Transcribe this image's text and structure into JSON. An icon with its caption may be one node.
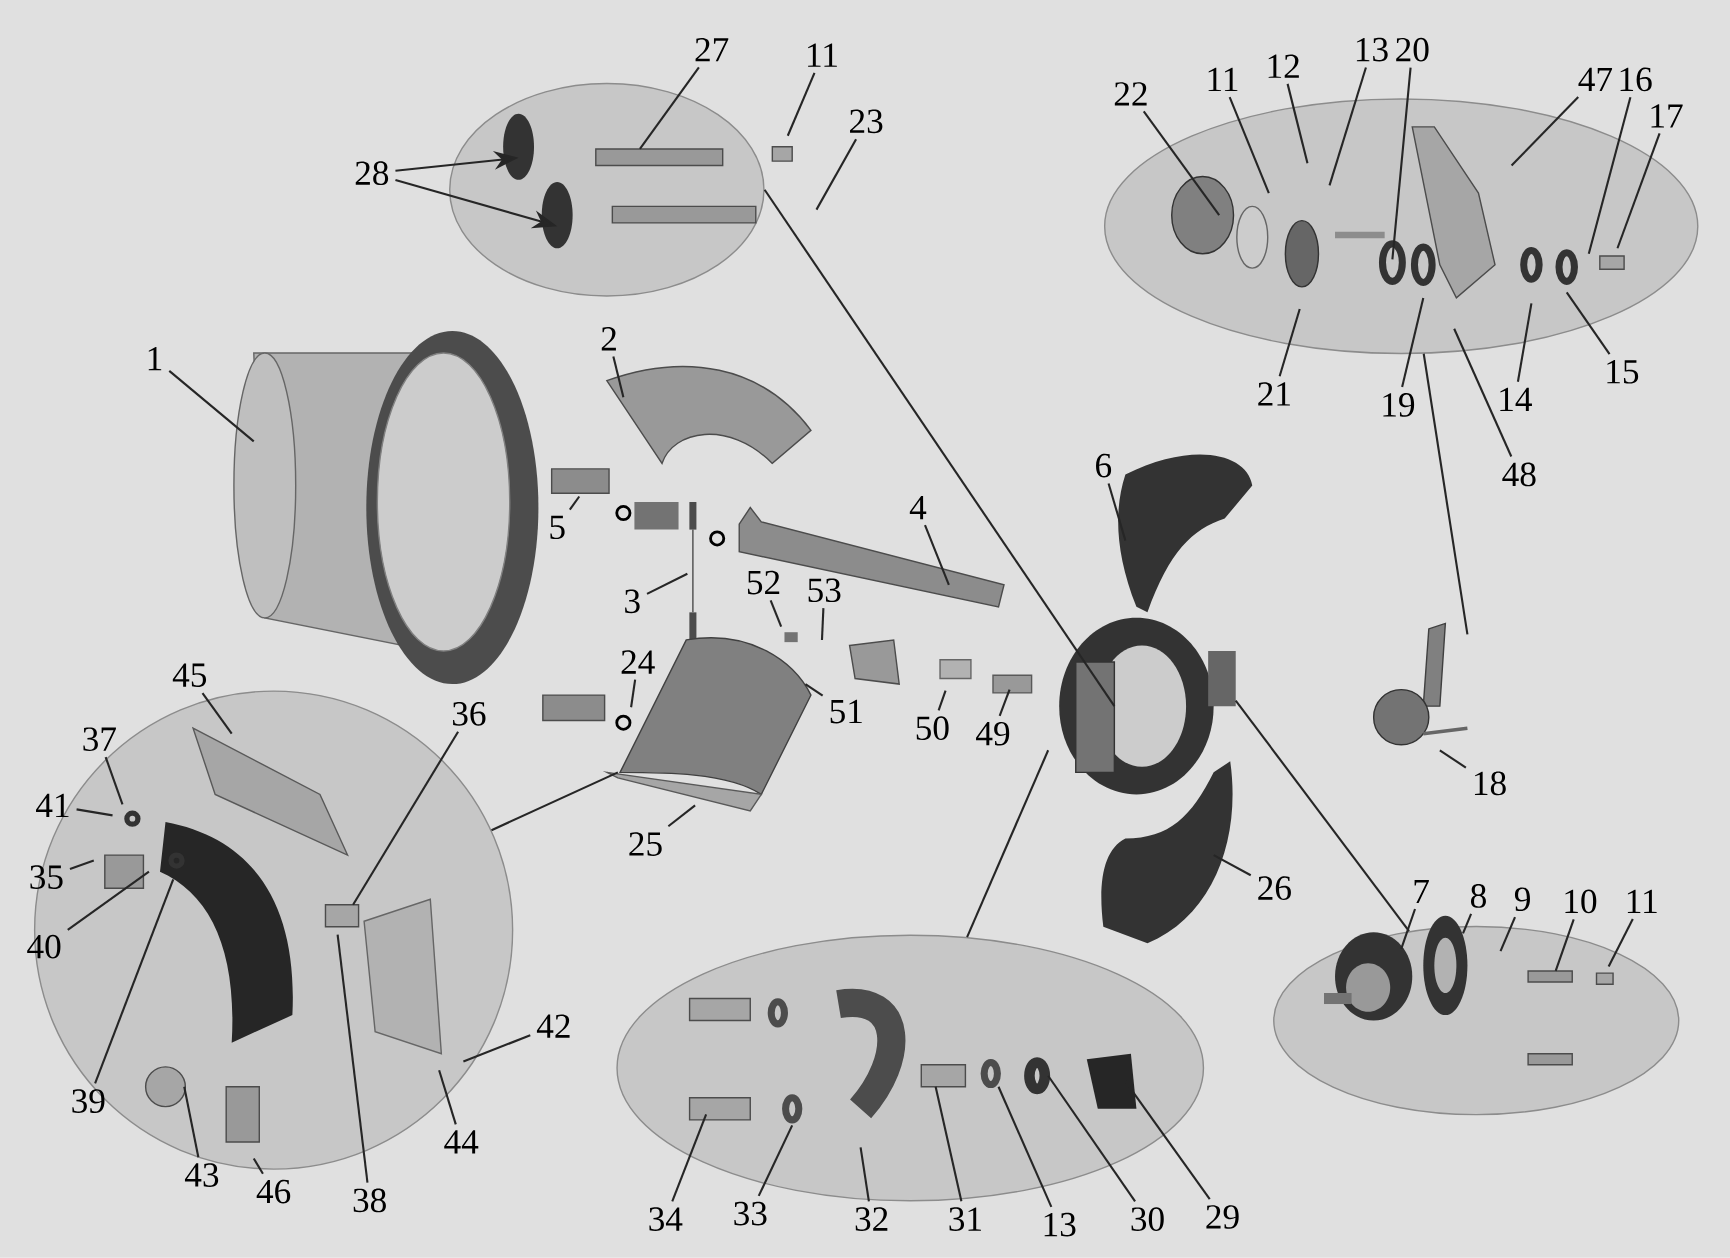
{
  "diagram": {
    "nodes": [
      {
        "text": [],
        "shape": "ellipse"
      },
      {
        "text": [],
        "shape": "ellipse"
      },
      {
        "text": [],
        "shape": "circle"
      },
      {
        "text": [],
        "shape": "ellipse"
      },
      {
        "text": [],
        "shape": "ellipse"
      },
      {
        "text": [
          "27"
        ]
      },
      {
        "text": [
          "11"
        ]
      },
      {
        "text": [
          "23"
        ]
      },
      {
        "text": [
          "28"
        ]
      },
      {
        "text": [
          "22"
        ]
      },
      {
        "text": [
          "11"
        ]
      },
      {
        "text": [
          "12"
        ]
      },
      {
        "text": [
          "13"
        ]
      },
      {
        "text": [
          "20"
        ]
      },
      {
        "text": [
          "47"
        ]
      },
      {
        "text": [
          "16"
        ]
      },
      {
        "text": [
          "17"
        ]
      },
      {
        "text": [
          "21"
        ]
      },
      {
        "text": [
          "19"
        ]
      },
      {
        "text": [
          "14"
        ]
      },
      {
        "text": [
          "15"
        ]
      },
      {
        "text": [
          "48"
        ]
      },
      {
        "text": [
          "1"
        ]
      },
      {
        "text": [
          "2"
        ]
      },
      {
        "text": [
          "5"
        ]
      },
      {
        "text": [
          "4"
        ]
      },
      {
        "text": [
          "3"
        ]
      },
      {
        "text": [
          "52"
        ]
      },
      {
        "text": [
          "53"
        ]
      },
      {
        "text": [
          "24"
        ]
      },
      {
        "text": [
          "51"
        ]
      },
      {
        "text": [
          "50"
        ]
      },
      {
        "text": [
          "49"
        ]
      },
      {
        "text": [
          "6"
        ]
      },
      {
        "text": [
          "25"
        ]
      },
      {
        "text": [
          "26"
        ]
      },
      {
        "text": [
          "18"
        ]
      },
      {
        "text": [
          "45"
        ]
      },
      {
        "text": [
          "37"
        ]
      },
      {
        "text": [
          "36"
        ]
      },
      {
        "text": [
          "41"
        ]
      },
      {
        "text": [
          "35"
        ]
      },
      {
        "text": [
          "40"
        ]
      },
      {
        "text": [
          "39"
        ]
      },
      {
        "text": [
          "43"
        ]
      },
      {
        "text": [
          "46"
        ]
      },
      {
        "text": [
          "38"
        ]
      },
      {
        "text": [
          "44"
        ]
      },
      {
        "text": [
          "42"
        ]
      },
      {
        "text": [
          "34"
        ]
      },
      {
        "text": [
          "33"
        ]
      },
      {
        "text": [
          "32"
        ]
      },
      {
        "text": [
          "31"
        ]
      },
      {
        "text": [
          "13"
        ]
      },
      {
        "text": [
          "30"
        ]
      },
      {
        "text": [
          "29"
        ]
      },
      {
        "text": [
          "7"
        ]
      },
      {
        "text": [
          "8"
        ]
      },
      {
        "text": [
          "9"
        ]
      },
      {
        "text": [
          "10"
        ]
      },
      {
        "text": [
          "11"
        ]
      }
    ],
    "edges": [
      {
        "from": 0,
        "to": null,
        "arrow": "none"
      },
      {
        "from": 1,
        "to": null,
        "arrow": "none"
      },
      {
        "from": 2,
        "to": null,
        "arrow": "none"
      },
      {
        "from": 3,
        "to": null,
        "arrow": "none"
      },
      {
        "from": 4,
        "to": null,
        "arrow": "none"
      },
      {
        "from": 5,
        "to": 0,
        "arrow": "none"
      },
      {
        "from": 6,
        "to": null,
        "arrow": "none"
      },
      {
        "from": 7,
        "to": 0,
        "arrow": "none"
      },
      {
        "from": 8,
        "to": 0,
        "arrow": "to"
      },
      {
        "from": 8,
        "to": 0,
        "arrow": "to"
      },
      {
        "from": 9,
        "to": 1,
        "arrow": "none"
      },
      {
        "from": 10,
        "to": 1,
        "arrow": "none"
      },
      {
        "from": 11,
        "to": 1,
        "arrow": "none"
      },
      {
        "from": 12,
        "to": 1,
        "arrow": "none"
      },
      {
        "from": 13,
        "to": 1,
        "arrow": "none"
      },
      {
        "from": 14,
        "to": 1,
        "arrow": "none"
      },
      {
        "from": 15,
        "to": 1,
        "arrow": "none"
      },
      {
        "from": 16,
        "to": 1,
        "arrow": "none"
      },
      {
        "from": 17,
        "to": 1,
        "arrow": "none"
      },
      {
        "from": 18,
        "to": 1,
        "arrow": "none"
      },
      {
        "from": 19,
        "to": 1,
        "arrow": "none"
      },
      {
        "from": 20,
        "to": 1,
        "arrow": "none"
      },
      {
        "from": 21,
        "to": 1,
        "arrow": "none"
      },
      {
        "from": 22,
        "to": null,
        "arrow": "none"
      },
      {
        "from": 23,
        "to": null,
        "arrow": "none"
      },
      {
        "from": 24,
        "to": null,
        "arrow": "none"
      },
      {
        "from": 25,
        "to": null,
        "arrow": "none"
      },
      {
        "from": 26,
        "to": null,
        "arrow": "none"
      },
      {
        "from": 27,
        "to": null,
        "arrow": "none"
      },
      {
        "from": 28,
        "to": null,
        "arrow": "none"
      },
      {
        "from": 29,
        "to": null,
        "arrow": "none"
      },
      {
        "from": 30,
        "to": null,
        "arrow": "none"
      },
      {
        "from": 31,
        "to": null,
        "arrow": "none"
      },
      {
        "from": 32,
        "to": null,
        "arrow": "none"
      },
      {
        "from": 33,
        "to": null,
        "arrow": "none"
      },
      {
        "from": 34,
        "to": null,
        "arrow": "none"
      },
      {
        "from": 35,
        "to": null,
        "arrow": "none"
      },
      {
        "from": 36,
        "to": null,
        "arrow": "none"
      },
      {
        "from": 37,
        "to": 2,
        "arrow": "none"
      },
      {
        "from": 38,
        "to": 2,
        "arrow": "none"
      },
      {
        "from": 39,
        "to": 2,
        "arrow": "none"
      },
      {
        "from": 40,
        "to": 2,
        "arrow": "none"
      },
      {
        "from": 41,
        "to": 2,
        "arrow": "none"
      },
      {
        "from": 42,
        "to": 2,
        "arrow": "none"
      },
      {
        "from": 43,
        "to": 2,
        "arrow": "none"
      },
      {
        "from": 44,
        "to": 2,
        "arrow": "none"
      },
      {
        "from": 45,
        "to": 2,
        "arrow": "none"
      },
      {
        "from": 46,
        "to": 2,
        "arrow": "none"
      },
      {
        "from": 47,
        "to": 2,
        "arrow": "none"
      },
      {
        "from": 48,
        "to": 2,
        "arrow": "none"
      },
      {
        "from": 49,
        "to": 3,
        "arrow": "none"
      },
      {
        "from": 50,
        "to": 3,
        "arrow": "none"
      },
      {
        "from": 51,
        "to": 3,
        "arrow": "none"
      },
      {
        "from": 52,
        "to": 3,
        "arrow": "none"
      },
      {
        "from": 53,
        "to": 3,
        "arrow": "none"
      },
      {
        "from": 54,
        "to": 3,
        "arrow": "none"
      },
      {
        "from": 55,
        "to": 3,
        "arrow": "none"
      },
      {
        "from": 56,
        "to": 4,
        "arrow": "none"
      },
      {
        "from": 57,
        "to": 4,
        "arrow": "none"
      },
      {
        "from": 58,
        "to": 4,
        "arrow": "none"
      },
      {
        "from": 59,
        "to": 4,
        "arrow": "none"
      },
      {
        "from": 60,
        "to": 4,
        "arrow": "none"
      }
    ]
  }
}
